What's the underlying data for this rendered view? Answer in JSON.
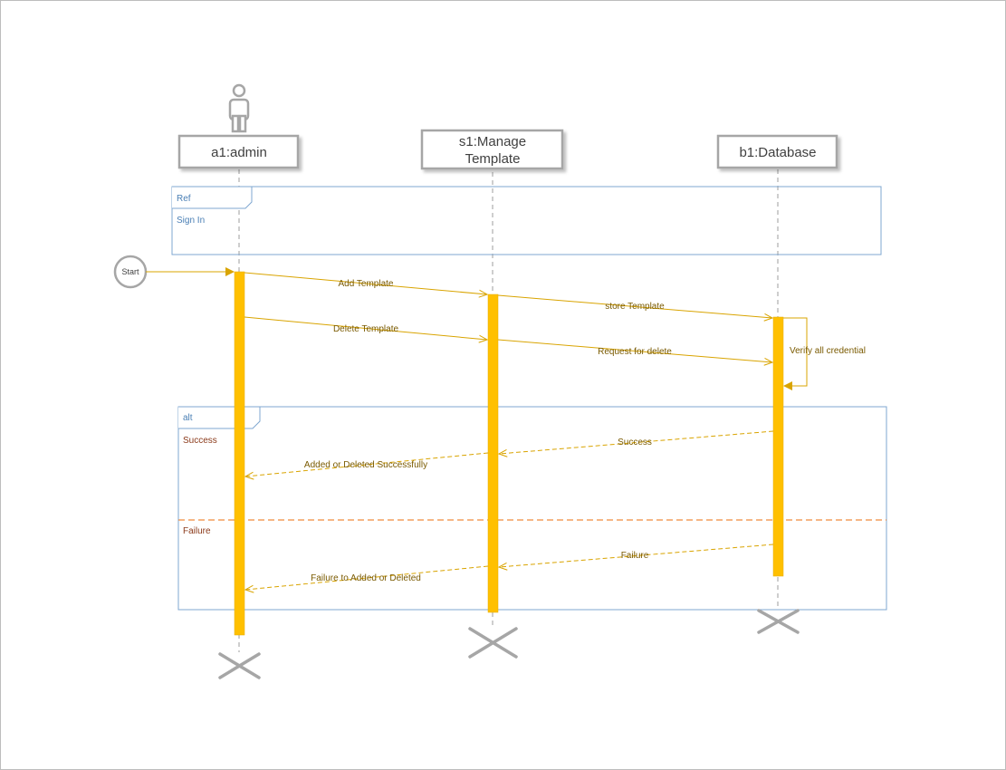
{
  "colors": {
    "message": "#d9a400",
    "activation": "#ffc000",
    "frame": "#7fa7d0",
    "divider": "#f08a3c",
    "lifeline": "#9e9e9e",
    "box_border": "#a6a6a6"
  },
  "actor_icon": "person-icon",
  "lifelines": [
    {
      "id": "admin",
      "title": [
        "a1:admin"
      ]
    },
    {
      "id": "manage",
      "title": [
        "s1:Manage",
        "Template"
      ]
    },
    {
      "id": "db",
      "title": [
        "b1:Database"
      ]
    }
  ],
  "start": {
    "label": "Start"
  },
  "ref_frame": {
    "tag": "Ref",
    "text": "Sign In"
  },
  "messages": {
    "add_template": "Add Template",
    "store_template": "store Template",
    "delete_template": "Delete Template",
    "request_delete": "Request for delete",
    "verify": "Verify all credential",
    "success": "Success",
    "added_deleted_ok": "Added or Deleted Successfully",
    "failure": "Failure",
    "failure_added_deleted": "Failure to Added or Deleted"
  },
  "alt_frame": {
    "tag": "alt",
    "guard_success": "Success",
    "guard_failure": "Failure"
  },
  "end_markers": [
    "destroy-x-icon",
    "destroy-x-icon",
    "destroy-x-icon"
  ]
}
